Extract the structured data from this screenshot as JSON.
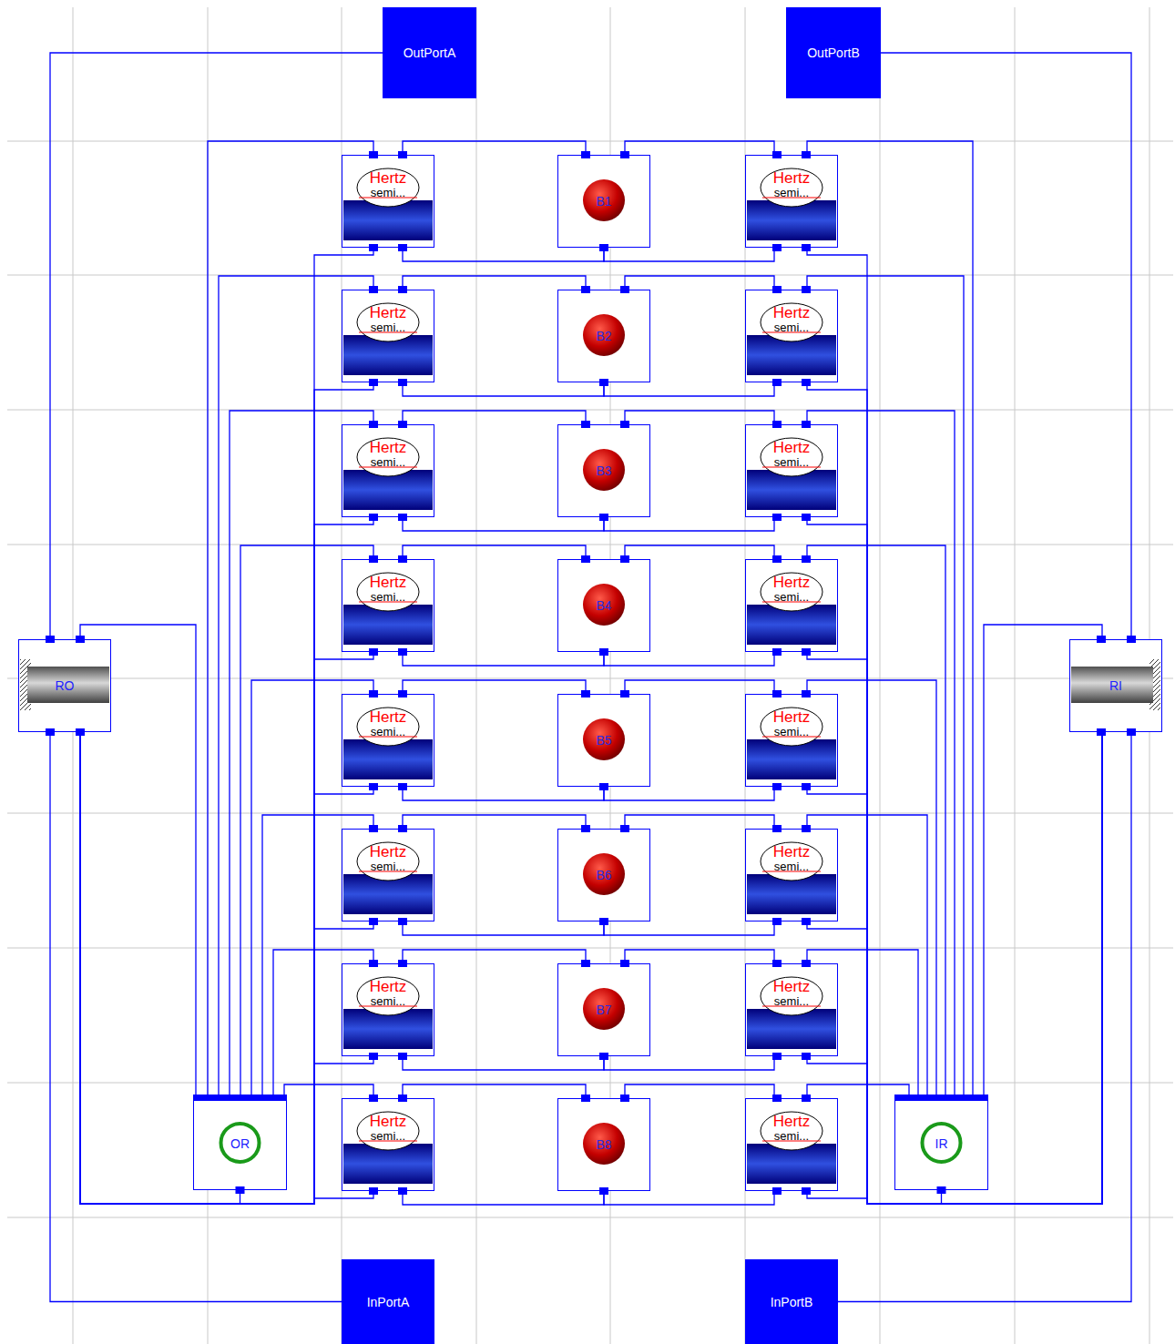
{
  "diagram": {
    "nodes": [
      {
        "text": [
          "OutPortA"
        ]
      },
      {
        "text": [
          "OutPortB"
        ]
      },
      {
        "text": [
          "Hertz",
          "semi..."
        ]
      },
      {
        "text": [
          "B1"
        ]
      },
      {
        "text": [
          "Hertz",
          "semi..."
        ]
      },
      {
        "text": [
          "Hertz",
          "semi..."
        ]
      },
      {
        "text": [
          "B2"
        ]
      },
      {
        "text": [
          "Hertz",
          "semi..."
        ]
      },
      {
        "text": [
          "Hertz",
          "semi..."
        ]
      },
      {
        "text": [
          "B3"
        ]
      },
      {
        "text": [
          "Hertz",
          "semi..."
        ]
      },
      {
        "text": [
          "Hertz",
          "semi..."
        ]
      },
      {
        "text": [
          "B4"
        ]
      },
      {
        "text": [
          "Hertz",
          "semi..."
        ]
      },
      {
        "text": [
          "Hertz",
          "semi..."
        ]
      },
      {
        "text": [
          "B5"
        ]
      },
      {
        "text": [
          "Hertz",
          "semi..."
        ]
      },
      {
        "text": [
          "Hertz",
          "semi..."
        ]
      },
      {
        "text": [
          "B6"
        ]
      },
      {
        "text": [
          "Hertz",
          "semi..."
        ]
      },
      {
        "text": [
          "Hertz",
          "semi..."
        ]
      },
      {
        "text": [
          "B7"
        ]
      },
      {
        "text": [
          "Hertz",
          "semi..."
        ]
      },
      {
        "text": [
          "Hertz",
          "semi..."
        ]
      },
      {
        "text": [
          "B8"
        ]
      },
      {
        "text": [
          "Hertz",
          "semi..."
        ]
      },
      {
        "text": [
          "RO"
        ]
      },
      {
        "text": [
          "RI"
        ]
      },
      {
        "text": [
          "OR"
        ]
      },
      {
        "text": [
          "IR"
        ]
      },
      {
        "text": [
          "InPortA"
        ]
      },
      {
        "text": [
          "InPortB"
        ]
      }
    ],
    "edges": [
      {
        "from": 0,
        "to": 26,
        "arrow": "none"
      },
      {
        "from": 1,
        "to": 27,
        "arrow": "none"
      },
      {
        "from": 30,
        "to": 26,
        "arrow": "none"
      },
      {
        "from": 31,
        "to": 27,
        "arrow": "none"
      },
      {
        "from": 26,
        "to": 28,
        "arrow": "none"
      },
      {
        "from": 26,
        "to": 28,
        "arrow": "none"
      },
      {
        "from": 27,
        "to": 29,
        "arrow": "none"
      },
      {
        "from": 27,
        "to": 29,
        "arrow": "none"
      },
      {
        "from": 28,
        "to": 2,
        "arrow": "none"
      },
      {
        "from": 2,
        "to": 3,
        "arrow": "none"
      },
      {
        "from": 3,
        "to": 4,
        "arrow": "none"
      },
      {
        "from": 4,
        "to": 29,
        "arrow": "none"
      },
      {
        "from": 3,
        "to": 2,
        "arrow": "none"
      },
      {
        "from": 3,
        "to": 4,
        "arrow": "none"
      },
      {
        "from": 2,
        "to": 26,
        "arrow": "none"
      },
      {
        "from": 4,
        "to": 27,
        "arrow": "none"
      },
      {
        "from": 28,
        "to": 5,
        "arrow": "none"
      },
      {
        "from": 5,
        "to": 6,
        "arrow": "none"
      },
      {
        "from": 6,
        "to": 7,
        "arrow": "none"
      },
      {
        "from": 7,
        "to": 29,
        "arrow": "none"
      },
      {
        "from": 6,
        "to": 5,
        "arrow": "none"
      },
      {
        "from": 6,
        "to": 7,
        "arrow": "none"
      },
      {
        "from": 5,
        "to": 26,
        "arrow": "none"
      },
      {
        "from": 7,
        "to": 27,
        "arrow": "none"
      },
      {
        "from": 28,
        "to": 8,
        "arrow": "none"
      },
      {
        "from": 8,
        "to": 9,
        "arrow": "none"
      },
      {
        "from": 9,
        "to": 10,
        "arrow": "none"
      },
      {
        "from": 10,
        "to": 29,
        "arrow": "none"
      },
      {
        "from": 9,
        "to": 8,
        "arrow": "none"
      },
      {
        "from": 9,
        "to": 10,
        "arrow": "none"
      },
      {
        "from": 8,
        "to": 26,
        "arrow": "none"
      },
      {
        "from": 10,
        "to": 27,
        "arrow": "none"
      },
      {
        "from": 28,
        "to": 11,
        "arrow": "none"
      },
      {
        "from": 11,
        "to": 12,
        "arrow": "none"
      },
      {
        "from": 12,
        "to": 13,
        "arrow": "none"
      },
      {
        "from": 13,
        "to": 29,
        "arrow": "none"
      },
      {
        "from": 12,
        "to": 11,
        "arrow": "none"
      },
      {
        "from": 12,
        "to": 13,
        "arrow": "none"
      },
      {
        "from": 11,
        "to": 26,
        "arrow": "none"
      },
      {
        "from": 13,
        "to": 27,
        "arrow": "none"
      },
      {
        "from": 28,
        "to": 14,
        "arrow": "none"
      },
      {
        "from": 14,
        "to": 15,
        "arrow": "none"
      },
      {
        "from": 15,
        "to": 16,
        "arrow": "none"
      },
      {
        "from": 16,
        "to": 29,
        "arrow": "none"
      },
      {
        "from": 15,
        "to": 14,
        "arrow": "none"
      },
      {
        "from": 15,
        "to": 16,
        "arrow": "none"
      },
      {
        "from": 14,
        "to": 26,
        "arrow": "none"
      },
      {
        "from": 16,
        "to": 27,
        "arrow": "none"
      },
      {
        "from": 28,
        "to": 17,
        "arrow": "none"
      },
      {
        "from": 17,
        "to": 18,
        "arrow": "none"
      },
      {
        "from": 18,
        "to": 19,
        "arrow": "none"
      },
      {
        "from": 19,
        "to": 29,
        "arrow": "none"
      },
      {
        "from": 18,
        "to": 17,
        "arrow": "none"
      },
      {
        "from": 18,
        "to": 19,
        "arrow": "none"
      },
      {
        "from": 17,
        "to": 26,
        "arrow": "none"
      },
      {
        "from": 19,
        "to": 27,
        "arrow": "none"
      },
      {
        "from": 28,
        "to": 20,
        "arrow": "none"
      },
      {
        "from": 20,
        "to": 21,
        "arrow": "none"
      },
      {
        "from": 21,
        "to": 22,
        "arrow": "none"
      },
      {
        "from": 22,
        "to": 29,
        "arrow": "none"
      },
      {
        "from": 21,
        "to": 20,
        "arrow": "none"
      },
      {
        "from": 21,
        "to": 22,
        "arrow": "none"
      },
      {
        "from": 20,
        "to": 26,
        "arrow": "none"
      },
      {
        "from": 22,
        "to": 27,
        "arrow": "none"
      },
      {
        "from": 28,
        "to": 23,
        "arrow": "none"
      },
      {
        "from": 23,
        "to": 24,
        "arrow": "none"
      },
      {
        "from": 24,
        "to": 25,
        "arrow": "none"
      },
      {
        "from": 25,
        "to": 29,
        "arrow": "none"
      },
      {
        "from": 24,
        "to": 23,
        "arrow": "none"
      },
      {
        "from": 24,
        "to": 25,
        "arrow": "none"
      },
      {
        "from": 23,
        "to": 26,
        "arrow": "none"
      },
      {
        "from": 25,
        "to": 27,
        "arrow": "none"
      }
    ]
  }
}
